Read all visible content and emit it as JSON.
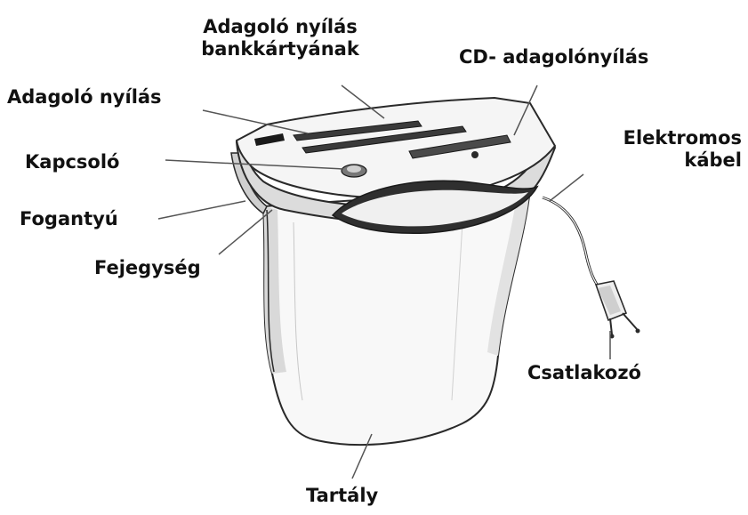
{
  "labels": {
    "feed_slot_card": [
      "Adagoló nyílás",
      "bankkártyának"
    ],
    "cd_slot": "CD- adagolónyílás",
    "feed_slot": "Adagoló nyílás",
    "cable": [
      "Elektromos",
      "kábel"
    ],
    "switch": "Kapcsoló",
    "handle": "Fogantyú",
    "head_unit": "Fejegység",
    "plug": "Csatlakozó",
    "bin": "Tartály"
  },
  "colors": {
    "ink": "#111111",
    "outline": "#2a2a2a",
    "shade": "#b8b8b8",
    "body_fill": "#f7f7f7"
  }
}
